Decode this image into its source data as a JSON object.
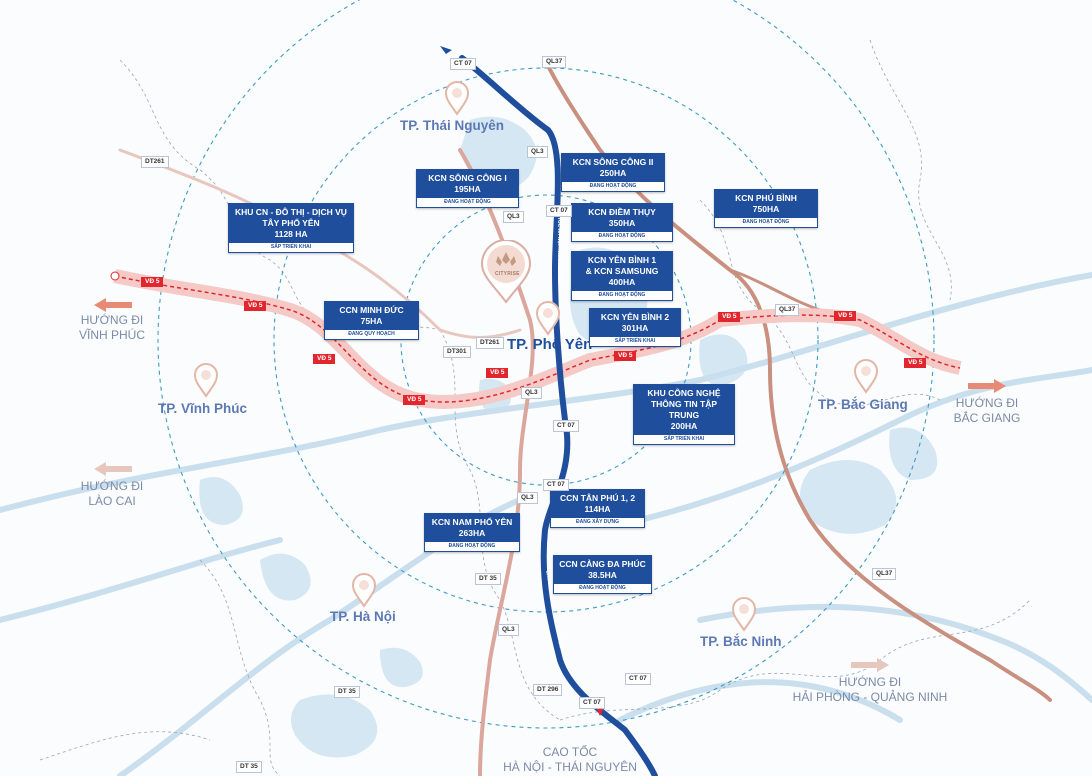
{
  "colors": {
    "water": "#d4e7f3",
    "river": "#c9dfee",
    "ring": "#3b9cc3",
    "expressway": "#1f4e9c",
    "ql3": "#dba69c",
    "ql37": "#c99080",
    "vd5": "#e1262d",
    "box": "#1f4e9c",
    "pin": "#e3b6a6"
  },
  "cities": {
    "thai_nguyen": "TP. Thái Nguyên",
    "pho_yen": "TP. Phổ Yên",
    "vinh_phuc": "TP. Vĩnh Phúc",
    "bac_giang": "TP. Bắc Giang",
    "ha_noi": "TP. Hà Nội",
    "bac_ninh": "TP. Bắc Ninh"
  },
  "directions": {
    "vinh_phuc": "HƯỚNG ĐI\nVĨNH PHÚC",
    "lao_cai": "HƯỚNG ĐI\nLÀO CAI",
    "bac_giang": "HƯỚNG ĐI\nBẮC GIANG",
    "hai_phong": "HƯỚNG ĐI\nHẢI PHÒNG - QUẢNG NINH",
    "cao_toc": "CAO TỐC\nHÀ NỘI - THÁI NGUYÊN"
  },
  "logo_text": "CITYRISE",
  "expressway_label": "CAO TỐC HÀ NỘI - THÁI NGUYÊN",
  "zones": [
    {
      "title": "KCN SÔNG CÔNG I\n195HA",
      "status": "ĐANG HOẠT ĐỘNG"
    },
    {
      "title": "KCN SÔNG CÔNG II\n250HA",
      "status": "ĐANG HOẠT ĐỘNG"
    },
    {
      "title": "KHU CN - ĐÔ THỊ - DỊCH VỤ\nTÂY PHỔ YÊN\n1128 HA",
      "status": "SẮP TRIỂN KHAI"
    },
    {
      "title": "KCN ĐIỀM THỤY\n350HA",
      "status": "ĐANG HOẠT ĐỘNG"
    },
    {
      "title": "KCN PHÚ BÌNH\n750HA",
      "status": "ĐANG HOẠT ĐỘNG"
    },
    {
      "title": "KCN YÊN BÌNH 1\n& KCN SAMSUNG\n400HA",
      "status": "ĐANG HOẠT ĐỘNG"
    },
    {
      "title": "CCN MINH ĐỨC\n75HA",
      "status": "ĐANG QUY HOẠCH"
    },
    {
      "title": "KCN YÊN BÌNH 2\n301HA",
      "status": "SẮP TRIỂN KHAI"
    },
    {
      "title": "KHU CÔNG NGHỆ\nTHÔNG TIN TẬP TRUNG\n200HA",
      "status": "SẮP TRIỂN KHAI"
    },
    {
      "title": "CCN TÂN PHÚ 1, 2\n114HA",
      "status": "ĐANG XÂY DỰNG"
    },
    {
      "title": "KCN NAM PHỔ YÊN\n263HA",
      "status": "ĐANG HOẠT ĐỘNG"
    },
    {
      "title": "CCN CẢNG ĐA PHÚC\n38.5HA",
      "status": "ĐANG HOẠT ĐỘNG"
    }
  ],
  "road_labels": [
    "CT 07",
    "QL37",
    "QL3",
    "DT261",
    "CT 07",
    "QL3",
    "DT301",
    "DT261",
    "QL3",
    "QL37",
    "CT 07",
    "CT 07",
    "QL3",
    "DT 35",
    "QL3",
    "QL37",
    "CT 07",
    "DT 296",
    "CT 07",
    "DT 35",
    "DT 35"
  ],
  "vd5_label": "VĐ 5"
}
